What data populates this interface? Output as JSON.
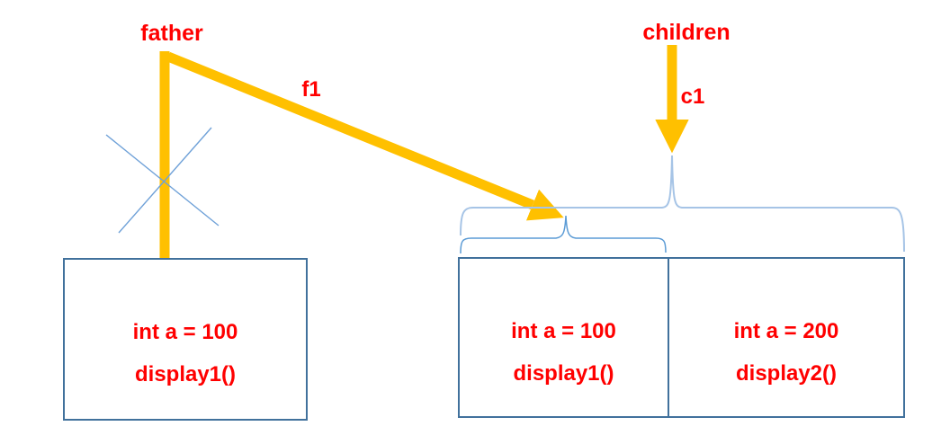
{
  "diagram": {
    "labels": {
      "father": "father",
      "children": "children",
      "f1": "f1",
      "c1": "c1"
    },
    "father_object": {
      "field": "int a = 100",
      "method": "display1()"
    },
    "child_object": {
      "parent_part": {
        "field": "int a = 100",
        "method": "display1()"
      },
      "child_part": {
        "field": "int a = 200",
        "method": "display2()"
      }
    },
    "colors": {
      "arrow": "#FFC000",
      "label_text": "#FF0000",
      "box_border": "#41719C",
      "outer_brace": "#A6C4E6",
      "inner_brace": "#5B9BD5",
      "cross": "#6FA1D8"
    }
  }
}
